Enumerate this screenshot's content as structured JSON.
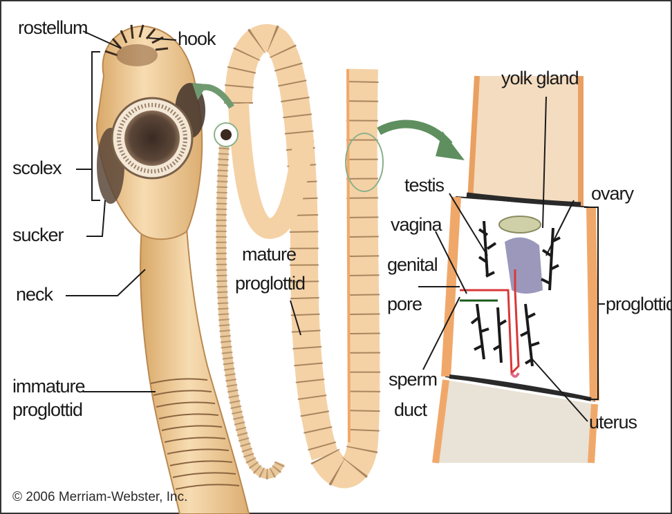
{
  "labels": {
    "rostellum": "rostellum",
    "hook": "hook",
    "scolex": "scolex",
    "sucker": "sucker",
    "neck": "neck",
    "immature_line1": "immature",
    "immature_line2": "proglottid",
    "mature_line1": "mature",
    "mature_line2": "proglottid",
    "yolk_gland": "yolk gland",
    "testis": "testis",
    "ovary": "ovary",
    "vagina": "vagina",
    "genital_line1": "genital",
    "genital_line2": "pore",
    "proglottid": "proglottid",
    "sperm_line1": "sperm",
    "sperm_line2": "duct",
    "uterus": "uterus"
  },
  "copyright": "© 2006 Merriam-Webster, Inc.",
  "colors": {
    "body": "#f2cf9f",
    "body_shadow": "#d9a868",
    "segment_line": "#7a5a3a",
    "proglottid_edge": "#f0a86a",
    "arrow": "#5a8a5a",
    "uterus": "#1a1a1a",
    "ovary": "#8a86b0",
    "duct": "#d83838"
  }
}
